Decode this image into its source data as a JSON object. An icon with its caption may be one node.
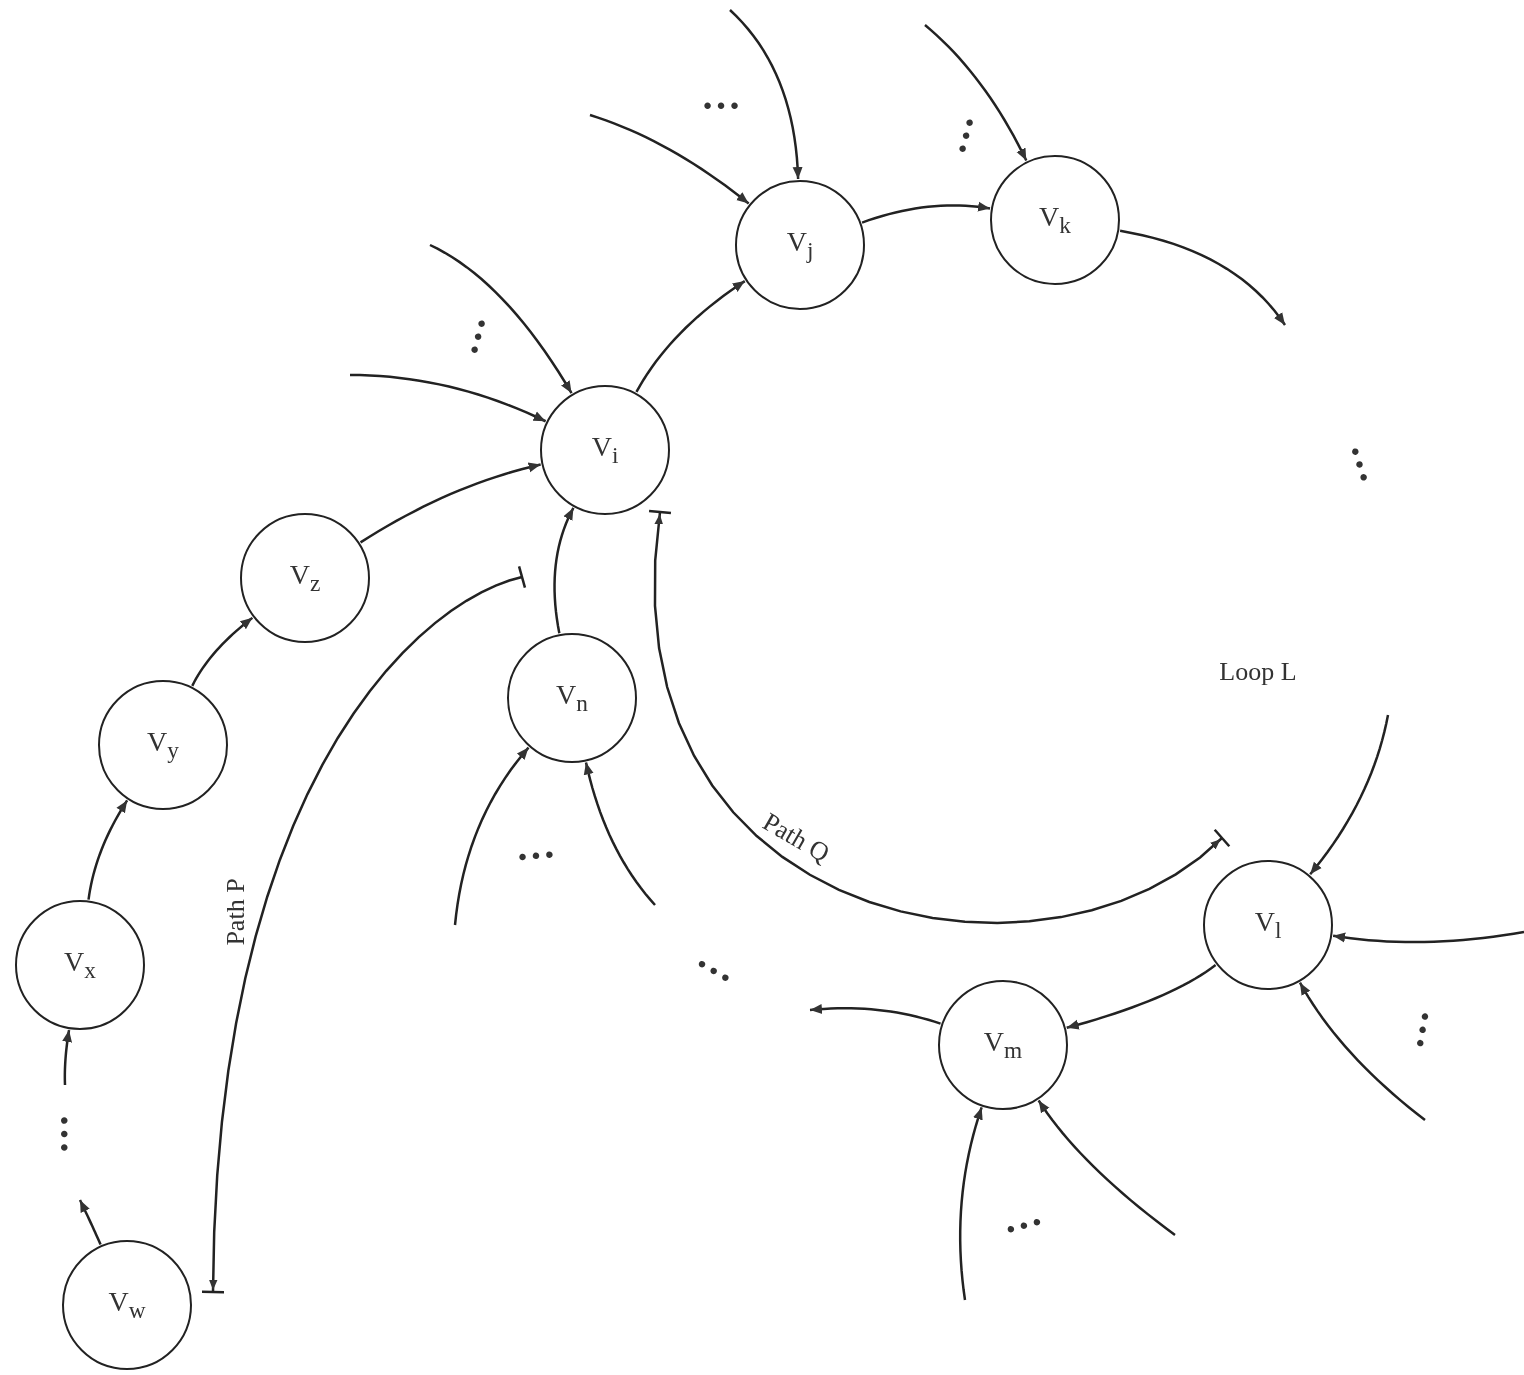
{
  "diagram": {
    "nodes": [
      {
        "text": [
          "V$_{j}$"
        ]
      },
      {
        "text": [
          "V$_{k}$"
        ]
      },
      {
        "text": [
          "V$_{i}$"
        ]
      },
      {
        "text": [
          "V$_{z}$"
        ]
      },
      {
        "text": [
          "V$_{n}$"
        ]
      },
      {
        "text": [
          "V$_{y}$"
        ]
      },
      {
        "text": [
          "V$_{x}$"
        ]
      },
      {
        "text": [
          "V$_{l}$"
        ]
      },
      {
        "text": [
          "V$_{m}$"
        ]
      },
      {
        "text": [
          "V$_{w}$"
        ]
      }
    ],
    "edges": [
      {
        "from": 2,
        "to": 0,
        "arrow": "to"
      },
      {
        "from": 0,
        "to": 1,
        "arrow": "to"
      },
      {
        "from": 1,
        "to": null,
        "arrow": "to"
      },
      {
        "from": null,
        "to": 7,
        "arrow": "to"
      },
      {
        "from": 3,
        "to": 2,
        "arrow": "to"
      },
      {
        "from": 5,
        "to": 3,
        "arrow": "to"
      },
      {
        "from": 6,
        "to": 5,
        "arrow": "to"
      },
      {
        "from": null,
        "to": 6,
        "arrow": "to"
      },
      {
        "from": 9,
        "to": null,
        "arrow": "to"
      },
      {
        "from": 4,
        "to": 2,
        "arrow": "to"
      },
      {
        "from": 7,
        "to": 8,
        "arrow": "to"
      },
      {
        "from": 8,
        "to": null,
        "arrow": "to"
      },
      {
        "from": null,
        "to": 0,
        "arrow": "to"
      },
      {
        "from": null,
        "to": 0,
        "arrow": "to"
      },
      {
        "from": null,
        "to": 1,
        "arrow": "to"
      },
      {
        "from": null,
        "to": 2,
        "arrow": "to"
      },
      {
        "from": null,
        "to": 2,
        "arrow": "to"
      },
      {
        "from": null,
        "to": 4,
        "arrow": "to"
      },
      {
        "from": null,
        "to": 4,
        "arrow": "to"
      },
      {
        "from": null,
        "to": 7,
        "arrow": "to"
      },
      {
        "from": null,
        "to": 7,
        "arrow": "to"
      },
      {
        "from": null,
        "to": 8,
        "arrow": "to"
      },
      {
        "from": null,
        "to": 8,
        "arrow": "to"
      },
      {
        "from": null,
        "to": 9,
        "arrow": "to",
        "label": "Path P"
      },
      {
        "from": 2,
        "to": 7,
        "arrow": "both",
        "label": "Path Q"
      }
    ],
    "labels": [
      "…",
      "…",
      "…",
      "…",
      "Loop L",
      "…",
      "…",
      "…",
      "…",
      "…"
    ]
  }
}
